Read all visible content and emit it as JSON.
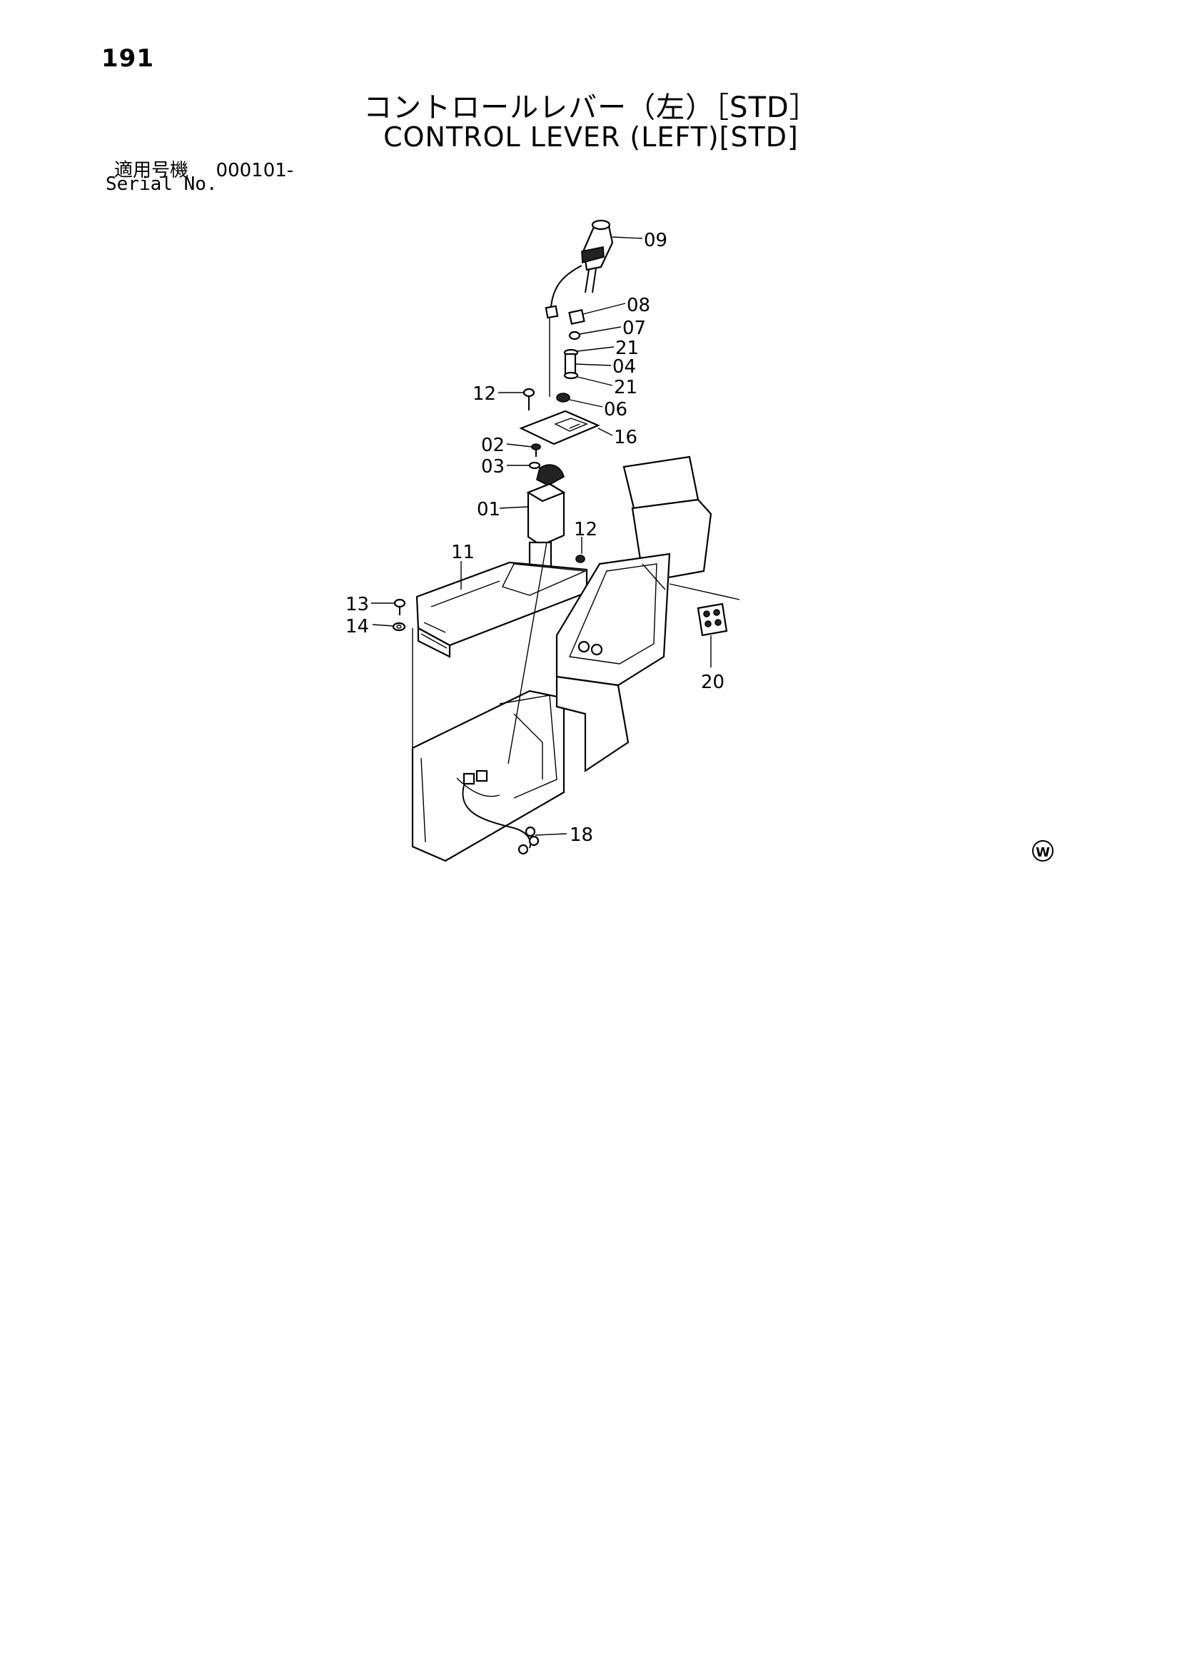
{
  "page_number": "191",
  "title_jp": "コントロールレバー（左）［STD］",
  "title_en": "CONTROL LEVER (LEFT)[STD]",
  "serial": {
    "label_jp": "適用号機",
    "value": "000101-",
    "label_en": "Serial No."
  },
  "callouts": [
    {
      "id": "09",
      "part": "part-09"
    },
    {
      "id": "08",
      "part": "part-08"
    },
    {
      "id": "07",
      "part": "part-07"
    },
    {
      "id": "21",
      "part": "part-21a"
    },
    {
      "id": "04",
      "part": "part-04"
    },
    {
      "id": "21",
      "part": "part-21b"
    },
    {
      "id": "06",
      "part": "part-06"
    },
    {
      "id": "16",
      "part": "part-16"
    },
    {
      "id": "12",
      "part": "part-12a"
    },
    {
      "id": "02",
      "part": "part-02"
    },
    {
      "id": "03",
      "part": "part-03"
    },
    {
      "id": "01",
      "part": "part-01"
    },
    {
      "id": "12",
      "part": "part-12b"
    },
    {
      "id": "11",
      "part": "part-11"
    },
    {
      "id": "13",
      "part": "part-13"
    },
    {
      "id": "14",
      "part": "part-14"
    },
    {
      "id": "20",
      "part": "part-20"
    },
    {
      "id": "18",
      "part": "part-18"
    }
  ],
  "mark": "W"
}
